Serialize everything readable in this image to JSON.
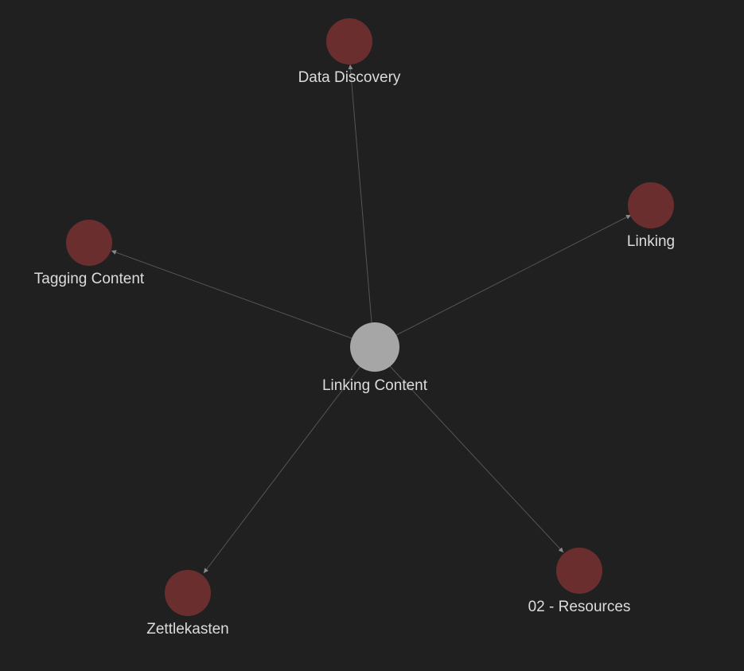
{
  "graph": {
    "colors": {
      "background": "#202020",
      "center_node": "#a6a6a6",
      "linked_node": "#6b2e2e",
      "edge": "#555555",
      "arrow": "#8a8a8a",
      "label": "#dcdcdc"
    },
    "center": {
      "id": "linking-content",
      "label": "Linking Content"
    },
    "nodes": [
      {
        "id": "data-discovery",
        "label": "Data Discovery"
      },
      {
        "id": "linking",
        "label": "Linking"
      },
      {
        "id": "tagging-content",
        "label": "Tagging Content"
      },
      {
        "id": "zettlekasten",
        "label": "Zettlekasten"
      },
      {
        "id": "02-resources",
        "label": "02 - Resources"
      }
    ],
    "edges": [
      {
        "from": "linking-content",
        "to": "data-discovery"
      },
      {
        "from": "linking-content",
        "to": "linking"
      },
      {
        "from": "linking-content",
        "to": "tagging-content"
      },
      {
        "from": "linking-content",
        "to": "zettlekasten"
      },
      {
        "from": "linking-content",
        "to": "02-resources"
      }
    ]
  }
}
